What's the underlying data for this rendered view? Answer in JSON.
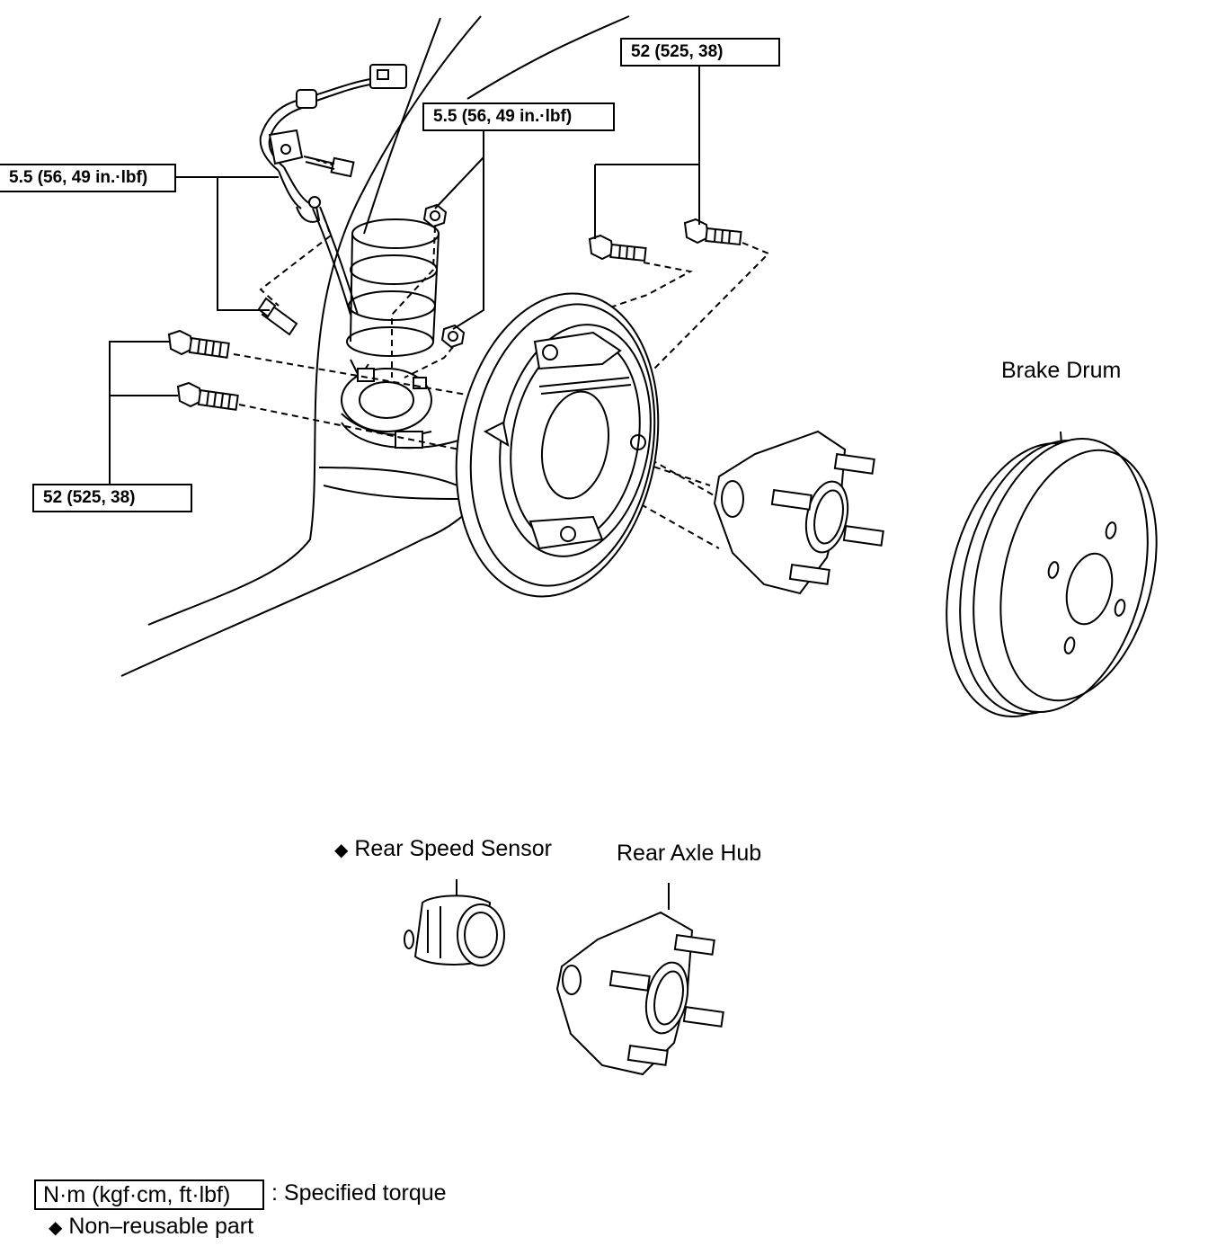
{
  "torque_labels": {
    "top_right": "52 (525, 38)",
    "top_mid": "5.5 (56, 49 in.·lbf)",
    "left_upper": "5.5 (56, 49 in.·lbf)",
    "left_lower": "52 (525, 38)"
  },
  "parts": {
    "brake_drum": "Brake Drum",
    "rear_speed_sensor": "Rear Speed Sensor",
    "rear_speed_sensor_marker": "◆",
    "rear_axle_hub": "Rear Axle Hub"
  },
  "legend": {
    "torque_unit": "N·m (kgf·cm, ft·lbf)",
    "torque_desc": ": Specified torque",
    "non_reusable_marker": "◆",
    "non_reusable_desc": "Non–reusable part"
  }
}
